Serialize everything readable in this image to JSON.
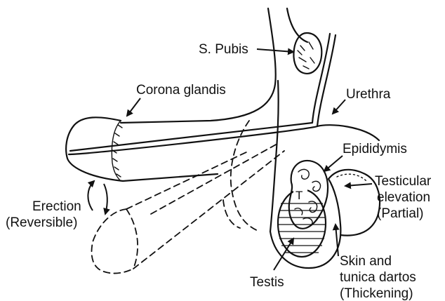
{
  "labels": {
    "pubis": "S. Pubis",
    "corona": "Corona glandis",
    "urethra": "Urethra",
    "epididymis": "Epididymis",
    "testicular_1": "Testicular",
    "testicular_2": "elevation",
    "testicular_3": "(Partial)",
    "erection_1": "Erection",
    "erection_2": "(Reversible)",
    "testis_mark": "T",
    "testis": "Testis",
    "skin_1": "Skin and",
    "skin_2": "tunica dartos",
    "skin_3": "(Thickening)"
  }
}
